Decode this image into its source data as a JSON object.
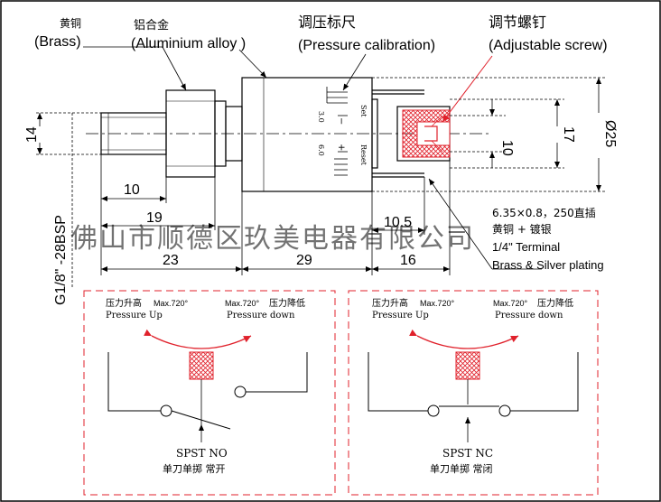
{
  "labels": {
    "brass_cn": "黄铜",
    "brass_en": "(Brass)",
    "aluminium_cn": "铝合金",
    "aluminium_en": "(Aluminium alloy )",
    "pressure_cal_cn": "调压标尺",
    "pressure_cal_en": "(Pressure calibration)",
    "adj_screw_cn": "调节螺钉",
    "adj_screw_en": "(Adjustable screw)",
    "thread": "G1/8\" -28BSP",
    "scale_set": "Set",
    "scale_reset": "Reset",
    "scale_30": "3.0",
    "scale_60": "6.0",
    "scale_minus": "−",
    "scale_plus": "+"
  },
  "dimensions": {
    "d14": "14",
    "d10_left": "10",
    "d19": "19",
    "d23": "23",
    "d29": "29",
    "d10_5": "10.5",
    "d16": "16",
    "d10_right": "10",
    "d17": "17",
    "d25": "Ø25"
  },
  "terminal": {
    "line1": "6.35×0.8，250直插",
    "line2": "黄铜 + 镀银",
    "line3": "1/4\" Terminal",
    "line4": "Brass & Silver plating"
  },
  "watermark": "佛山市顺德区玖美电器有限公司",
  "switch_no": {
    "up_cn": "压力升高",
    "up_max": "Max.720°",
    "up_en": "Pressure Up",
    "down_max": "Max.720°",
    "down_cn": "压力降低",
    "down_en": "Pressure down",
    "type": "SPST NO",
    "type_cn": "单刀单掷 常开"
  },
  "switch_nc": {
    "up_cn": "压力升高",
    "up_max": "Max.720°",
    "up_en": "Pressure Up",
    "down_max": "Max.720°",
    "down_cn": "压力降低",
    "down_en": "Pressure down",
    "type": "SPST NC",
    "type_cn": "单刀单掷 常闭"
  }
}
